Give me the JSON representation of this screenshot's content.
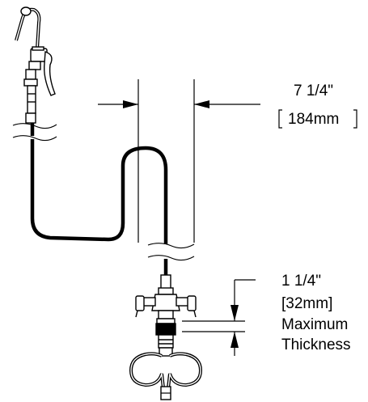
{
  "dimensions": {
    "width_imperial": "7 1/4\"",
    "width_metric": "184mm",
    "thickness_imperial": "1 1/4\"",
    "thickness_metric": "[32mm]",
    "thickness_label_line1": "Maximum",
    "thickness_label_line2": "Thickness"
  }
}
